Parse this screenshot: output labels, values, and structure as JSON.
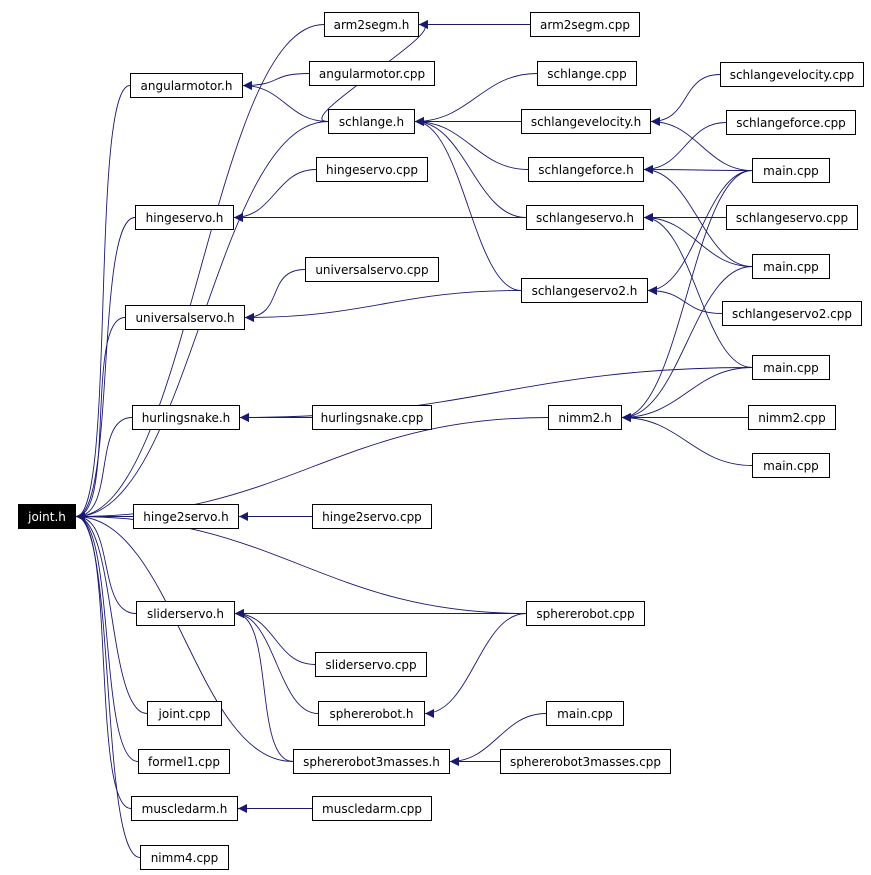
{
  "diagram": {
    "type": "include-dependency-graph",
    "root": "joint.h",
    "colors": {
      "edge": "#191970",
      "root_fill": "#000000",
      "root_text": "#ffffff",
      "node_border": "#000000"
    },
    "nodes": {
      "joint_h": "joint.h",
      "arm2segm_h": "arm2segm.h",
      "arm2segm_cpp": "arm2segm.cpp",
      "angularmotor_h": "angularmotor.h",
      "angularmotor_cpp": "angularmotor.cpp",
      "schlange_cpp": "schlange.cpp",
      "schlangevelocity_cpp": "schlangevelocity.cpp",
      "schlange_h": "schlange.h",
      "schlangevelocity_h": "schlangevelocity.h",
      "schlangeforce_cpp": "schlangeforce.cpp",
      "hingeservo_cpp": "hingeservo.cpp",
      "schlangeforce_h": "schlangeforce.h",
      "main_cpp_1": "main.cpp",
      "hingeservo_h": "hingeservo.h",
      "schlangeservo_h": "schlangeservo.h",
      "schlangeservo_cpp": "schlangeservo.cpp",
      "main_cpp_2": "main.cpp",
      "universalservo_cpp": "universalservo.cpp",
      "schlangeservo2_h": "schlangeservo2.h",
      "universalservo_h": "universalservo.h",
      "schlangeservo2_cpp": "schlangeservo2.cpp",
      "main_cpp_3": "main.cpp",
      "hurlingsnake_h": "hurlingsnake.h",
      "hurlingsnake_cpp": "hurlingsnake.cpp",
      "nimm2_h": "nimm2.h",
      "nimm2_cpp": "nimm2.cpp",
      "main_cpp_4": "main.cpp",
      "hinge2servo_h": "hinge2servo.h",
      "hinge2servo_cpp": "hinge2servo.cpp",
      "sliderservo_h": "sliderservo.h",
      "spherrobot_cpp": "sphererobot.cpp",
      "sliderservo_cpp": "sliderservo.cpp",
      "joint_cpp": "joint.cpp",
      "sphererobot_h": "sphererobot.h",
      "main_cpp_5": "main.cpp",
      "formel1_cpp": "formel1.cpp",
      "sphererobot3masses_h": "sphererobot3masses.h",
      "sphererobot3masses_cpp": "sphererobot3masses.cpp",
      "muscledarm_h": "muscledarm.h",
      "muscledarm_cpp": "muscledarm.cpp",
      "nimm4_cpp": "nimm4.cpp"
    },
    "edges": [
      [
        "arm2segm_cpp",
        "arm2segm_h"
      ],
      [
        "angularmotor_cpp",
        "angularmotor_h"
      ],
      [
        "schlange_h",
        "angularmotor_h"
      ],
      [
        "schlange_h",
        "arm2segm_h"
      ],
      [
        "schlange_cpp",
        "schlange_h"
      ],
      [
        "schlangevelocity_h",
        "schlange_h"
      ],
      [
        "schlangeforce_h",
        "schlange_h"
      ],
      [
        "schlangeservo_h",
        "schlange_h"
      ],
      [
        "schlangeservo2_h",
        "schlange_h"
      ],
      [
        "schlangevelocity_cpp",
        "schlangevelocity_h"
      ],
      [
        "main_cpp_1",
        "schlangevelocity_h"
      ],
      [
        "schlangeforce_cpp",
        "schlangeforce_h"
      ],
      [
        "main_cpp_1",
        "schlangeforce_h"
      ],
      [
        "main_cpp_2",
        "schlangeforce_h"
      ],
      [
        "hingeservo_cpp",
        "hingeservo_h"
      ],
      [
        "schlangeservo_h",
        "hingeservo_h"
      ],
      [
        "schlangeservo_cpp",
        "schlangeservo_h"
      ],
      [
        "main_cpp_2",
        "schlangeservo_h"
      ],
      [
        "main_cpp_3",
        "schlangeservo_h"
      ],
      [
        "universalservo_cpp",
        "universalservo_h"
      ],
      [
        "schlangeservo2_h",
        "universalservo_h"
      ],
      [
        "schlangeservo2_cpp",
        "schlangeservo2_h"
      ],
      [
        "main_cpp_1",
        "schlangeservo2_h"
      ],
      [
        "hurlingsnake_cpp",
        "hurlingsnake_h"
      ],
      [
        "main_cpp_3",
        "hurlingsnake_h"
      ],
      [
        "nimm2_cpp",
        "nimm2_h"
      ],
      [
        "main_cpp_4",
        "nimm2_h"
      ],
      [
        "main_cpp_1",
        "nimm2_h"
      ],
      [
        "main_cpp_2",
        "nimm2_h"
      ],
      [
        "main_cpp_3",
        "nimm2_h"
      ],
      [
        "hinge2servo_cpp",
        "hinge2servo_h"
      ],
      [
        "spherrobot_cpp",
        "sliderservo_h"
      ],
      [
        "sliderservo_cpp",
        "sliderservo_h"
      ],
      [
        "sphererobot_h",
        "sliderservo_h"
      ],
      [
        "sphererobot3masses_h",
        "sliderservo_h"
      ],
      [
        "spherrobot_cpp",
        "sphererobot_h"
      ],
      [
        "main_cpp_5",
        "sphererobot3masses_h"
      ],
      [
        "sphererobot3masses_cpp",
        "sphererobot3masses_h"
      ],
      [
        "muscledarm_cpp",
        "muscledarm_h"
      ],
      [
        "arm2segm_h",
        "joint_h"
      ],
      [
        "angularmotor_h",
        "joint_h"
      ],
      [
        "schlange_h",
        "joint_h"
      ],
      [
        "hingeservo_h",
        "joint_h"
      ],
      [
        "universalservo_h",
        "joint_h"
      ],
      [
        "hurlingsnake_h",
        "joint_h"
      ],
      [
        "nimm2_h",
        "joint_h"
      ],
      [
        "hinge2servo_h",
        "joint_h"
      ],
      [
        "spherrobot_cpp",
        "joint_h"
      ],
      [
        "sliderservo_h",
        "joint_h"
      ],
      [
        "joint_cpp",
        "joint_h"
      ],
      [
        "formel1_cpp",
        "joint_h"
      ],
      [
        "sphererobot3masses_h",
        "joint_h"
      ],
      [
        "muscledarm_h",
        "joint_h"
      ],
      [
        "nimm4_cpp",
        "joint_h"
      ]
    ]
  }
}
